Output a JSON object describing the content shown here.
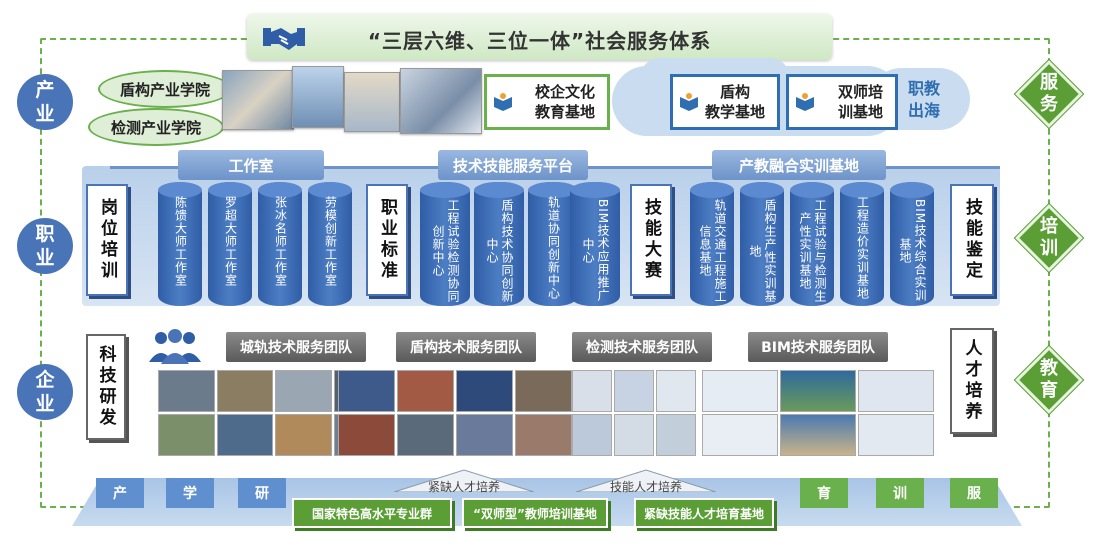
{
  "title": "“三层六维、三位一体”社会服务体系",
  "left_labels": [
    {
      "l1": "产",
      "l2": "业"
    },
    {
      "l1": "职",
      "l2": "业"
    },
    {
      "l1": "企",
      "l2": "业"
    }
  ],
  "right_labels": [
    {
      "l1": "服",
      "l2": "务"
    },
    {
      "l1": "培",
      "l2": "训"
    },
    {
      "l1": "教",
      "l2": "育"
    }
  ],
  "top_row": {
    "leaf1": "盾构产业学院",
    "leaf2": "检测产业学院",
    "school_enterprise": {
      "l1": "校企文化",
      "l2": "教育基地"
    },
    "shield_base": {
      "l1": "盾构",
      "l2": "教学基地"
    },
    "dual_teacher": {
      "l1": "双师培",
      "l2": "训基地"
    },
    "overseas": {
      "l1": "职教",
      "l2": "出海"
    }
  },
  "middle": {
    "headers": [
      "工作室",
      "技术技能服务平台",
      "产教融合实训基地"
    ],
    "boxes": [
      "岗位培训",
      "职业标准",
      "技能大赛",
      "技能鉴定"
    ],
    "studios": [
      "陈馈大师工作室",
      "罗超大师工作室",
      "张冰名师工作室",
      "劳模创新工作室"
    ],
    "platforms": [
      "工程试验检测协同创新中心",
      "盾构技术协同创新中心",
      "轨道协同创新中心",
      "BIM技术应用推广中心"
    ],
    "bases": [
      "轨道交通工程施工信息基地",
      "盾构生产性实训基地",
      "工程试验与检测生产性实训基地",
      "工程造价实训基地",
      "BIM技术综合实训基地"
    ]
  },
  "bottom": {
    "left_box": "科技研发",
    "right_box": "人才培养",
    "teams": [
      "城轨技术服务团队",
      "盾构技术服务团队",
      "检测技术服务团队",
      "BIM技术服务团队"
    ]
  },
  "base": {
    "left_blocks": [
      "产",
      "学",
      "研"
    ],
    "right_blocks": [
      "育",
      "训",
      "服"
    ],
    "arrows": [
      "紧缺人才培养",
      "技能人才培养"
    ],
    "boards": [
      "国家特色高水平专业群",
      "“双师型”教师培训基地",
      "紧缺技能人才培育基地"
    ]
  },
  "colors": {
    "green": "#6ab04c",
    "blue": "#4a74b8",
    "dark_blue": "#2f5da6",
    "gray": "#5a5a5a"
  }
}
